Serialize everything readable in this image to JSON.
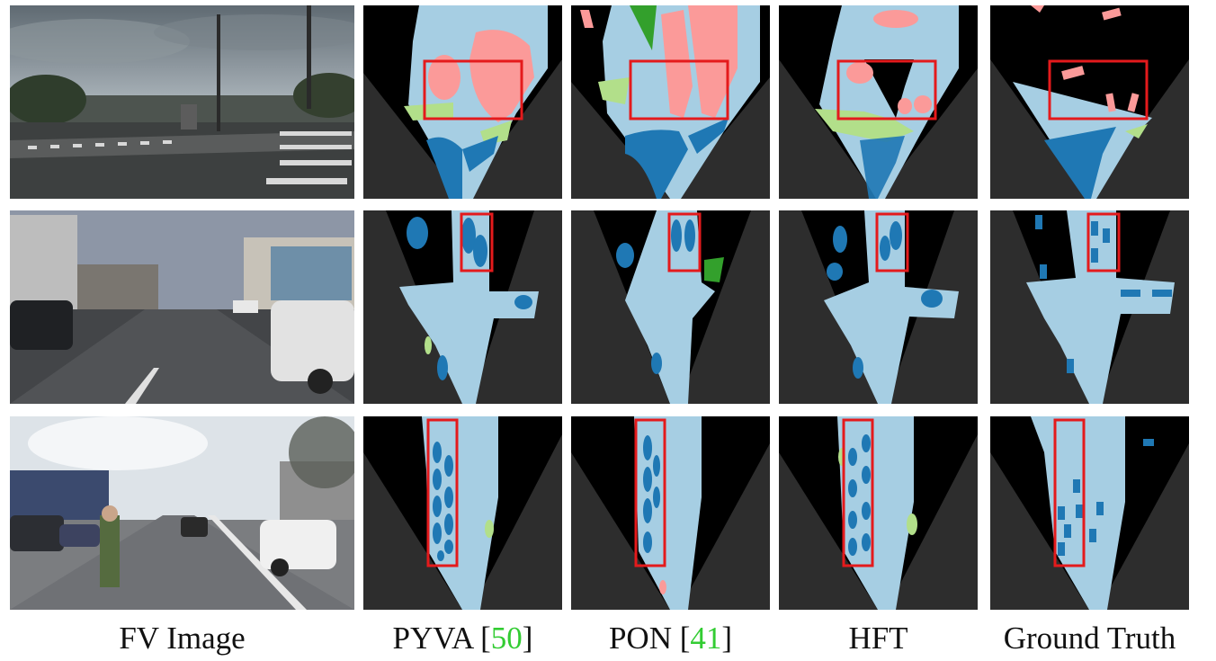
{
  "columns": [
    {
      "label": "FV Image",
      "ref": ""
    },
    {
      "label": "PYVA [",
      "ref": "50",
      "close": "]"
    },
    {
      "label": "PON [",
      "ref": "41",
      "close": "]"
    },
    {
      "label": "HFT",
      "ref": ""
    },
    {
      "label": "Ground Truth",
      "ref": ""
    }
  ],
  "colors": {
    "background_unmapped": "#2d2d2d",
    "empty_space": "#000000",
    "drivable": "#a6cee3",
    "car": "#1f78b4",
    "vegetation": "#b2df8a",
    "pedestrian_crossing": "#fb9a99",
    "other": "#33a02c",
    "highlight_box": "#e41a1c"
  }
}
